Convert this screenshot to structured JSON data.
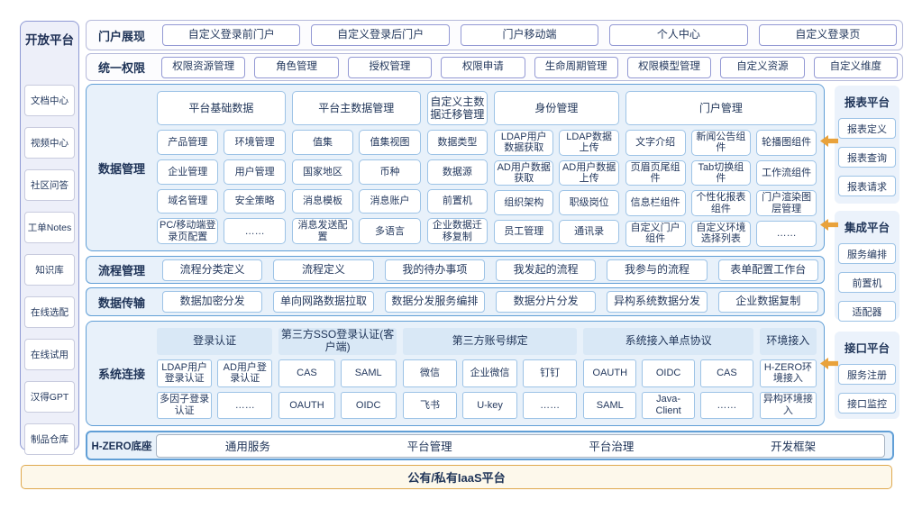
{
  "sidebar": {
    "title": "开放平台",
    "items": [
      "文档中心",
      "视频中心",
      "社区问答",
      "工单Notes",
      "知识库",
      "在线选配",
      "在线试用",
      "汉得GPT",
      "制品仓库"
    ]
  },
  "portal": {
    "label": "门户展现",
    "items": [
      "自定义登录前门户",
      "自定义登录后门户",
      "门户移动端",
      "个人中心",
      "自定义登录页"
    ]
  },
  "perm": {
    "label": "统一权限",
    "items": [
      "权限资源管理",
      "角色管理",
      "授权管理",
      "权限申请",
      "生命周期管理",
      "权限模型管理",
      "自定义资源",
      "自定义维度"
    ]
  },
  "dm": {
    "label": "数据管理",
    "groups": [
      {
        "header": "平台基础数据",
        "cells": [
          "产品管理",
          "环境管理",
          "企业管理",
          "用户管理",
          "域名管理",
          "安全策略",
          "PC/移动端登录页配置",
          "……"
        ]
      },
      {
        "header": "平台主数据管理",
        "cells": [
          "值集",
          "值集视图",
          "国家地区",
          "币种",
          "消息模板",
          "消息账户",
          "消息发送配置",
          "多语言"
        ]
      },
      {
        "header": "自定义主数据迁移管理",
        "cells": [
          "数据类型",
          "数据源",
          "前置机",
          "企业数据迁移复制"
        ]
      },
      {
        "header": "身份管理",
        "cells": [
          "LDAP用户数据获取",
          "LDAP数据上传",
          "AD用户数据获取",
          "AD用户数据上传",
          "组织架构",
          "职级岗位",
          "员工管理",
          "通讯录"
        ]
      },
      {
        "header": "门户管理",
        "cells": [
          "文字介绍",
          "新闻公告组件",
          "轮播图组件",
          "页眉页尾组件",
          "Tab切换组件",
          "工作流组件",
          "信息栏组件",
          "个性化报表组件",
          "门户渲染图层管理",
          "自定义门户组件",
          "自定义环境选择列表",
          "……"
        ]
      }
    ]
  },
  "flow": {
    "label": "流程管理",
    "items": [
      "流程分类定义",
      "流程定义",
      "我的待办事项",
      "我发起的流程",
      "我参与的流程",
      "表单配置工作台"
    ]
  },
  "trans": {
    "label": "数据传输",
    "items": [
      "数据加密分发",
      "单向网路数据拉取",
      "数据分发服务编排",
      "数据分片分发",
      "异构系统数据分发",
      "企业数据复制"
    ]
  },
  "conn": {
    "label": "系统连接",
    "groups": [
      {
        "header": "登录认证",
        "cells": [
          "LDAP用户登录认证",
          "AD用户登录认证",
          "多因子登录认证",
          "……"
        ]
      },
      {
        "header": "第三方SSO登录认证(客户端)",
        "cells": [
          "CAS",
          "SAML",
          "OAUTH",
          "OIDC"
        ]
      },
      {
        "header": "第三方账号绑定",
        "cells": [
          "微信",
          "企业微信",
          "钉钉",
          "飞书",
          "U-key",
          "……"
        ]
      },
      {
        "header": "系统接入单点协议",
        "cells": [
          "OAUTH",
          "OIDC",
          "CAS",
          "SAML",
          "Java-Client",
          "……"
        ]
      },
      {
        "header": "环境接入",
        "cells": [
          "H-ZERO环境接入",
          "异构环境接入"
        ]
      }
    ]
  },
  "hzero": {
    "label": "H-ZERO底座",
    "items": [
      "通用服务",
      "平台管理",
      "平台治理",
      "开发框架"
    ]
  },
  "iaas": {
    "label": "公有/私有IaaS平台"
  },
  "panels": [
    {
      "title": "报表平台",
      "items": [
        "报表定义",
        "报表查询",
        "报表请求"
      ]
    },
    {
      "title": "集成平台",
      "items": [
        "服务编排",
        "前置机",
        "适配器"
      ]
    },
    {
      "title": "接口平台",
      "items": [
        "服务注册",
        "接口监控"
      ]
    }
  ],
  "colors": {
    "section_blue_border": "#619fd6",
    "section_blue_fill": "#e8f1fa",
    "chip_blue_border": "#9dc3e6",
    "chip_purple_border": "#9399d4",
    "lavender_border": "#b5b9da",
    "sidebar_border": "#8e99d4",
    "header_chip_fill": "#d9e8f6",
    "panel_fill": "#ebf2fb",
    "iaas_border": "#dfa94f",
    "iaas_fill": "#fdf8eb",
    "arrow_orange": "#e9a23b",
    "text_navy": "#1e3357"
  }
}
